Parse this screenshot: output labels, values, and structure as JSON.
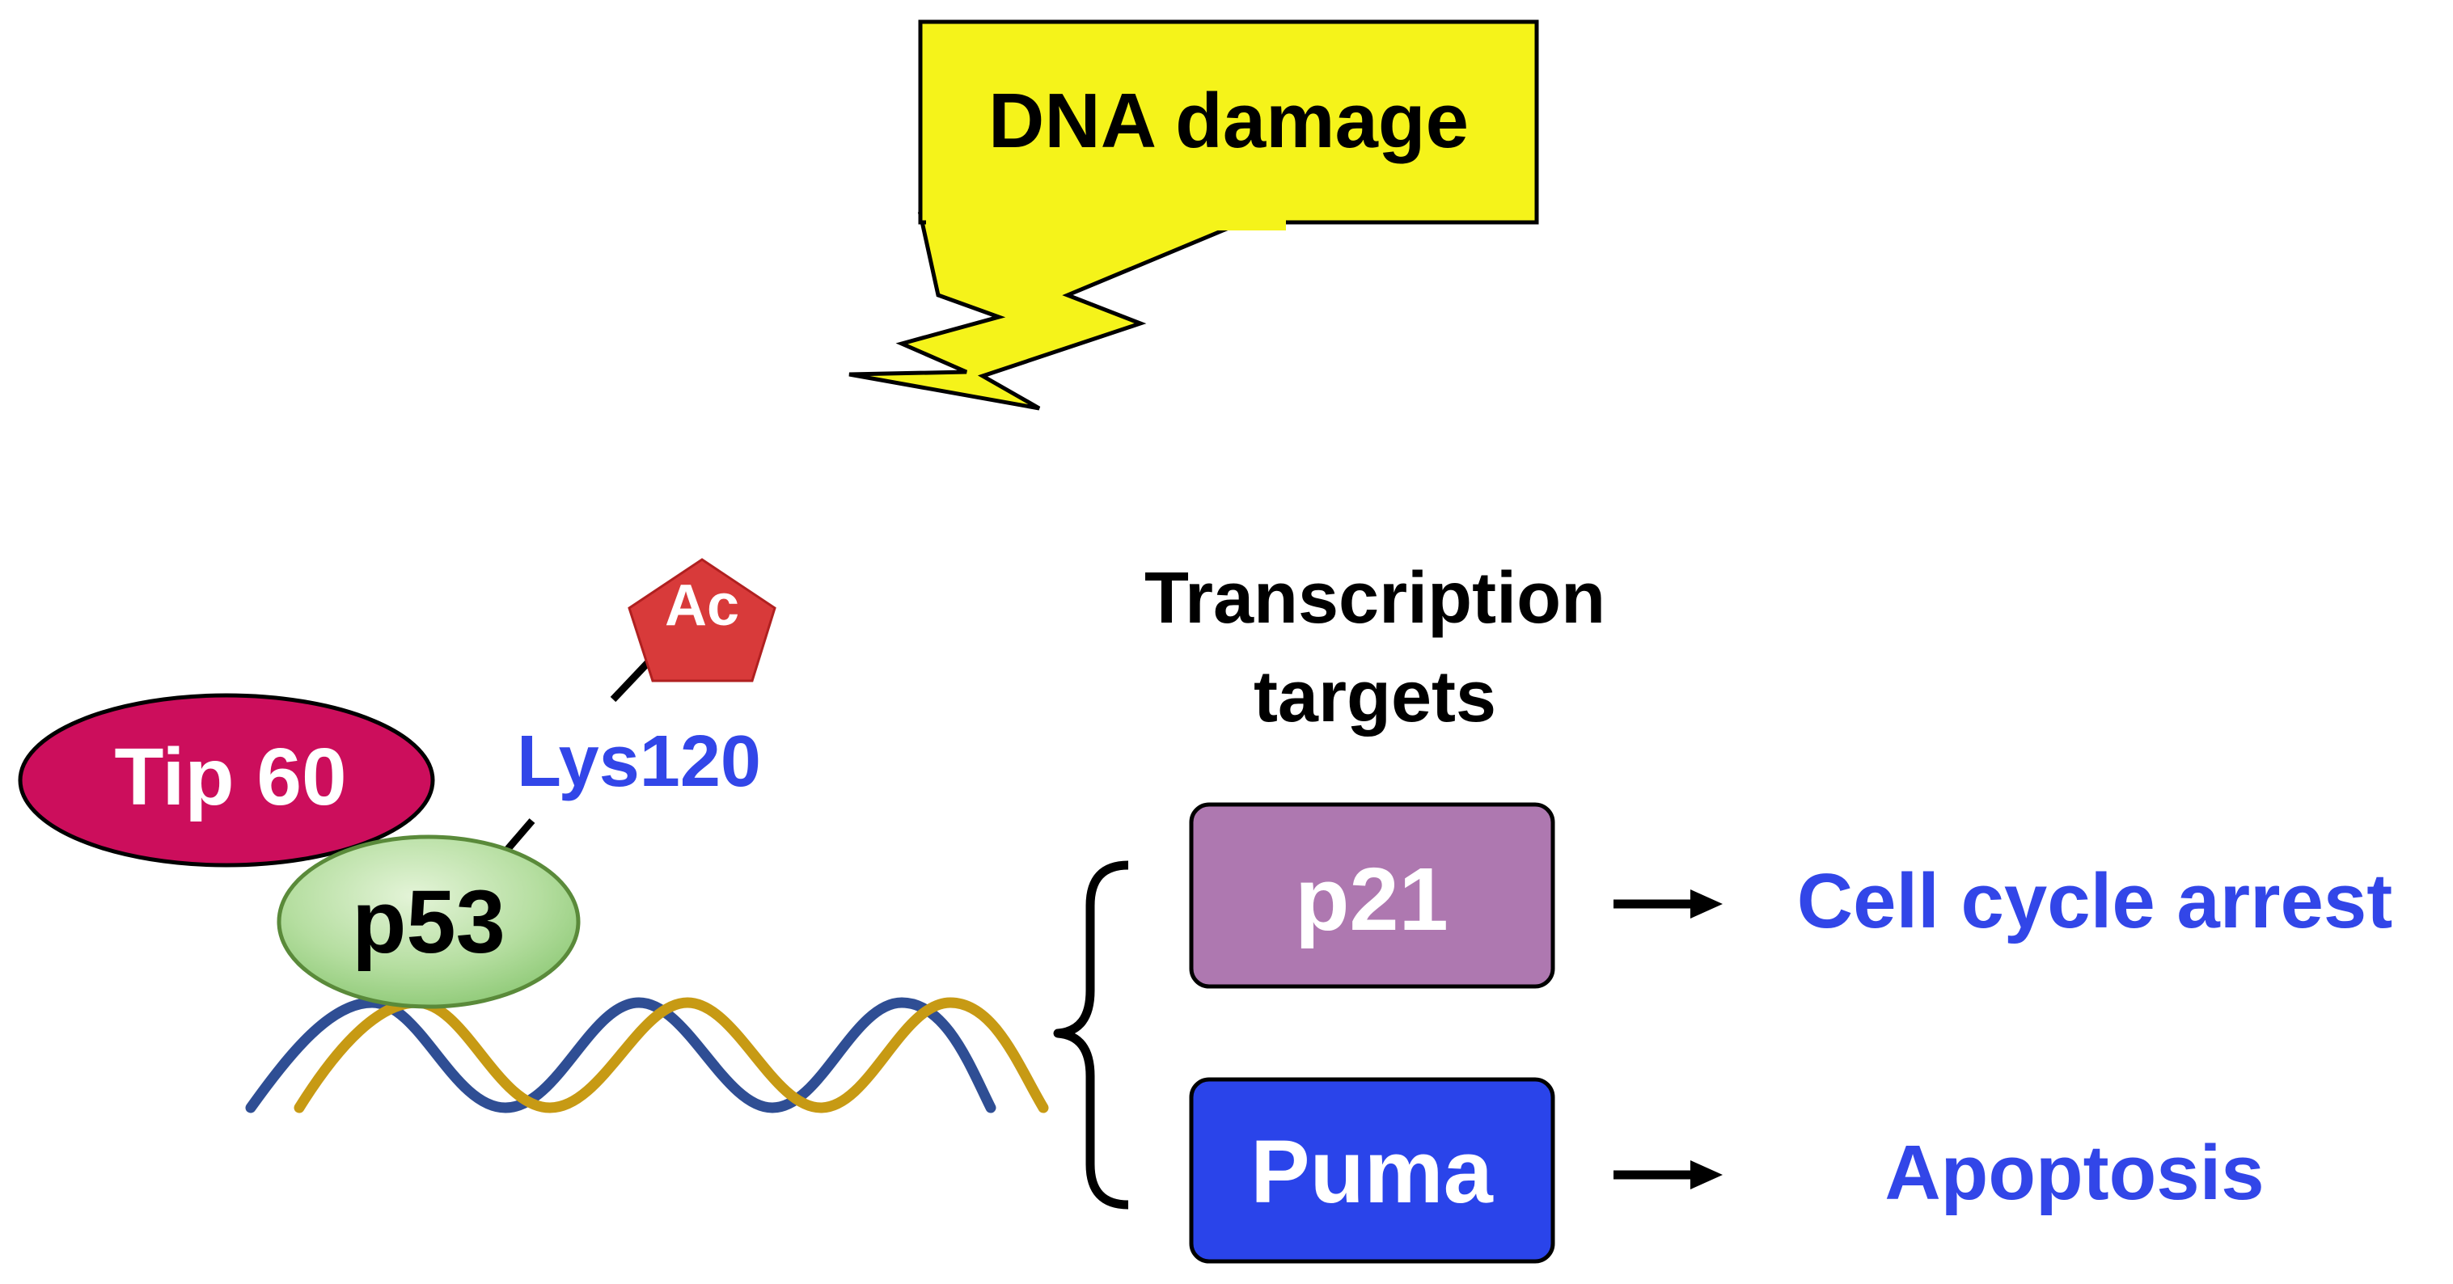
{
  "stimulus": {
    "label": "DNA damage",
    "fill_color": "#f5f31a",
    "stroke_color": "#000000"
  },
  "complex": {
    "tip60": {
      "label": "Tip 60",
      "fill_color": "#cc0e5c",
      "text_color": "#ffffff"
    },
    "p53": {
      "label": "p53",
      "fill_color": "#b5dea0",
      "stroke_color": "#5a8a3a",
      "text_color": "#000000"
    },
    "site": {
      "label": "Lys120",
      "text_color": "#3246e8"
    },
    "modification": {
      "label": "Ac",
      "fill_color": "#d83a3a",
      "text_color": "#ffffff"
    }
  },
  "dna": {
    "strand_colors": [
      "#2f4e94",
      "#c79a14"
    ]
  },
  "targets": {
    "heading_line1": "Transcription",
    "heading_line2": "targets",
    "items": [
      {
        "label": "p21",
        "fill_color": "#ae78b0",
        "text_color": "#ffffff",
        "outcome": "Cell cycle arrest"
      },
      {
        "label": "Puma",
        "fill_color": "#2a44ea",
        "text_color": "#ffffff",
        "outcome": "Apoptosis"
      }
    ],
    "outcome_color": "#3246e8"
  }
}
